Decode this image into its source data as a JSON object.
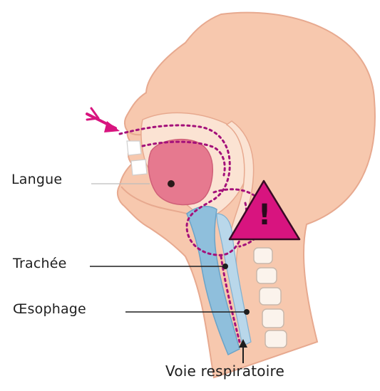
{
  "labels": {
    "langue": "Langue",
    "trachee": "Trachée",
    "oesophage": "Œsophage",
    "voie": "Voie respiratoire"
  },
  "warning": {
    "symbol": "!",
    "icon": "warning-triangle-icon"
  },
  "colors": {
    "skin": "#f7c8ae",
    "skin_dark": "#e79f86",
    "tongue": "#e6798f",
    "trachea": "#8fbfdc",
    "dotted_path": "#a4107a",
    "warning_fill": "#d8147f",
    "arrow": "#d8147f"
  }
}
